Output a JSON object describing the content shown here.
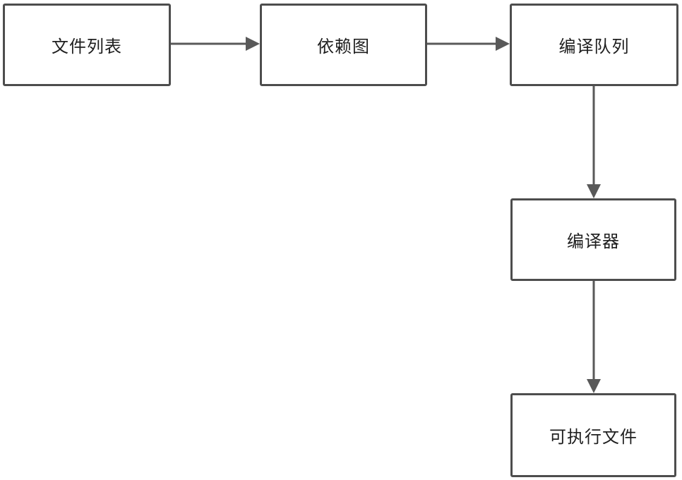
{
  "diagram": {
    "type": "flowchart",
    "nodes": [
      {
        "id": "file-list",
        "label": "文件列表"
      },
      {
        "id": "dependency-graph",
        "label": "依赖图"
      },
      {
        "id": "compile-queue",
        "label": "编译队列"
      },
      {
        "id": "compiler",
        "label": "编译器"
      },
      {
        "id": "executable-file",
        "label": "可执行文件"
      }
    ],
    "edges": [
      {
        "from": "文件列表",
        "to": "依赖图",
        "direction": "right"
      },
      {
        "from": "依赖图",
        "to": "编译队列",
        "direction": "right"
      },
      {
        "from": "编译队列",
        "to": "编译器",
        "direction": "down"
      },
      {
        "from": "编译器",
        "to": "可执行文件",
        "direction": "down"
      }
    ],
    "colors": {
      "node_border": "#4d4d4d",
      "node_fill": "#ffffff",
      "arrow": "#595959",
      "text": "#1f1f1f",
      "background": "#ffffff"
    }
  }
}
